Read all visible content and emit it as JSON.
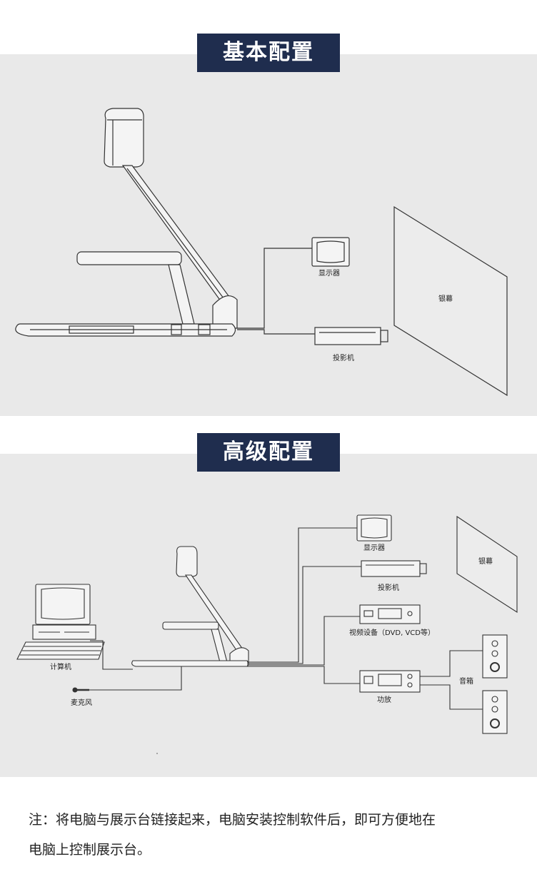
{
  "sections": {
    "basic": {
      "title": "基本配置",
      "labels": {
        "monitor": "显示器",
        "projector": "投影机",
        "screen": "银幕"
      }
    },
    "advanced": {
      "title": "高级配置",
      "labels": {
        "monitor": "显示器",
        "projector": "投影机",
        "screen": "银幕",
        "video_device": "视频设备（DVD, VCD等）",
        "amplifier": "功放",
        "speakers": "音箱",
        "computer": "计算机",
        "microphone": "麦克风"
      }
    }
  },
  "note": {
    "line1": "注：将电脑与展示台链接起来，电脑安装控制软件后，即可方便地在",
    "line2": "电脑上控制展示台。"
  }
}
